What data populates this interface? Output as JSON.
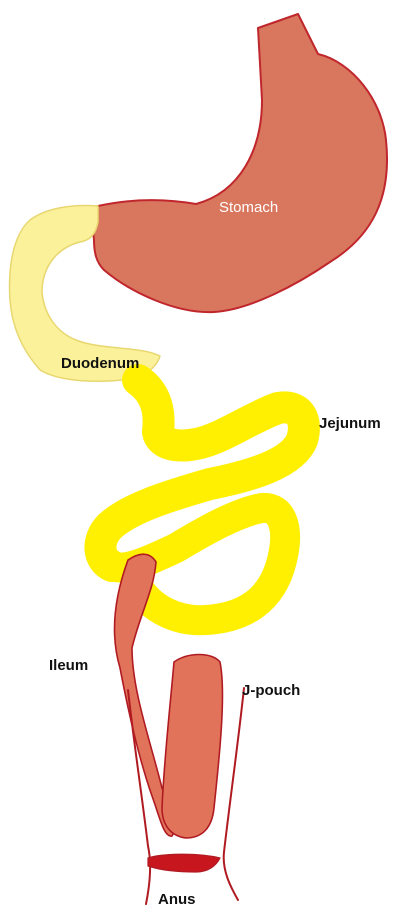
{
  "diagram": {
    "labels": {
      "stomach": "Stomach",
      "duodenum": "Duodenum",
      "jejunum": "Jejunum",
      "ileum": "Ileum",
      "jpouch": "J-pouch",
      "anus": "Anus"
    },
    "colors": {
      "stomach_fill": "#d9775e",
      "stomach_stroke": "#c0272d",
      "duodenum_fill": "#faf19a",
      "jejunum_fill": "#fff200",
      "intestine_stroke": "#e8c400",
      "ileum_fill": "#e0735a",
      "anus_fill": "#c8161e",
      "outline": "#b01b22"
    }
  }
}
